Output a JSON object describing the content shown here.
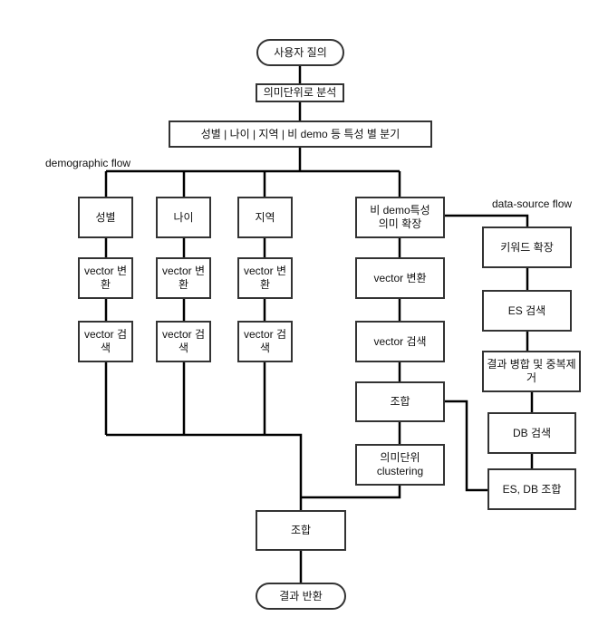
{
  "nodes": {
    "start": "사용자 질의",
    "analyze": "의미단위로 분석",
    "branch": "성별 | 나이 | 지역 | 비 demo 등 특성 별 분기",
    "gender": "성별",
    "age": "나이",
    "region": "지역",
    "nondemo_line1": "비 demo특성",
    "nondemo_line2": "의미 확장",
    "vec_conv": "vector 변환",
    "vec_search": "vector 검색",
    "combine": "조합",
    "cluster_line1": "의미단위",
    "cluster_line2": "clustering",
    "keyword": "키워드 확장",
    "es_search": "ES 검색",
    "merge": "결과 병합 및 중복제거",
    "db_search": "DB 검색",
    "es_db_combine": "ES, DB 조합",
    "final_combine": "조합",
    "end": "결과 반환"
  },
  "labels": {
    "demographic": "demographic flow",
    "datasource": "data-source flow"
  }
}
